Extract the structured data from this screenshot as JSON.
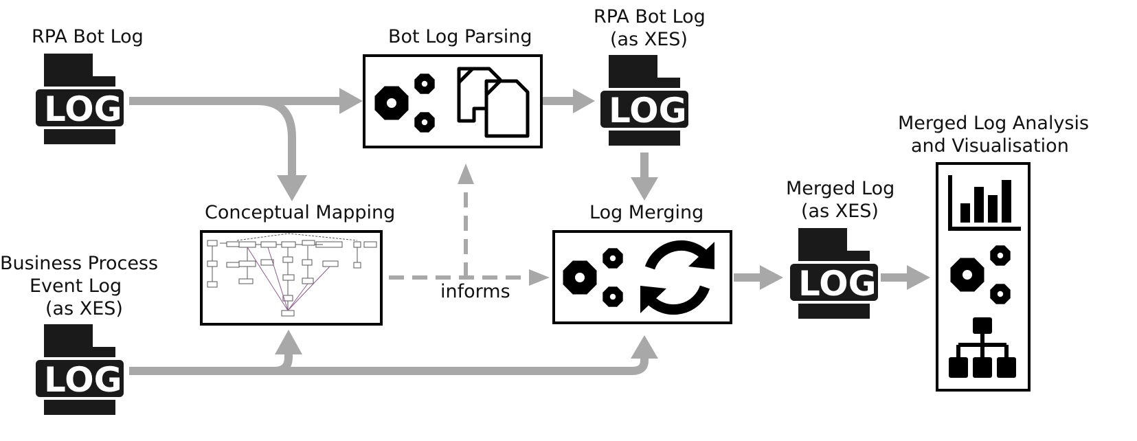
{
  "nodes": {
    "rpa_bot_log": {
      "label": "RPA Bot Log",
      "icon": "log-file-icon",
      "icon_text": "LOG"
    },
    "business_process_log": {
      "label_lines": [
        "Business Process",
        "Event Log",
        "(as XES)"
      ],
      "icon": "log-file-icon",
      "icon_text": "LOG"
    },
    "bot_log_parsing": {
      "label": "Bot Log Parsing",
      "icons": [
        "gears-icon",
        "copy-documents-icon"
      ]
    },
    "rpa_bot_log_xes": {
      "label_lines": [
        "RPA Bot Log",
        "(as XES)"
      ],
      "icon": "log-file-icon",
      "icon_text": "LOG"
    },
    "conceptual_mapping": {
      "label": "Conceptual Mapping",
      "icon": "mapping-diagram-thumbnail"
    },
    "log_merging": {
      "label": "Log Merging",
      "icons": [
        "gears-icon",
        "refresh-icon"
      ]
    },
    "merged_log": {
      "label_lines": [
        "Merged Log",
        "(as XES)"
      ],
      "icon": "log-file-icon",
      "icon_text": "LOG"
    },
    "analysis": {
      "label_lines": [
        "Merged Log Analysis",
        "and Visualisation"
      ],
      "icons": [
        "bar-chart-icon",
        "gears-icon",
        "hierarchy-icon"
      ]
    }
  },
  "edges": {
    "informs_label": "informs"
  },
  "colors": {
    "arrow": "#a8a8a8",
    "icon": "#000000",
    "box_border": "#000000"
  }
}
